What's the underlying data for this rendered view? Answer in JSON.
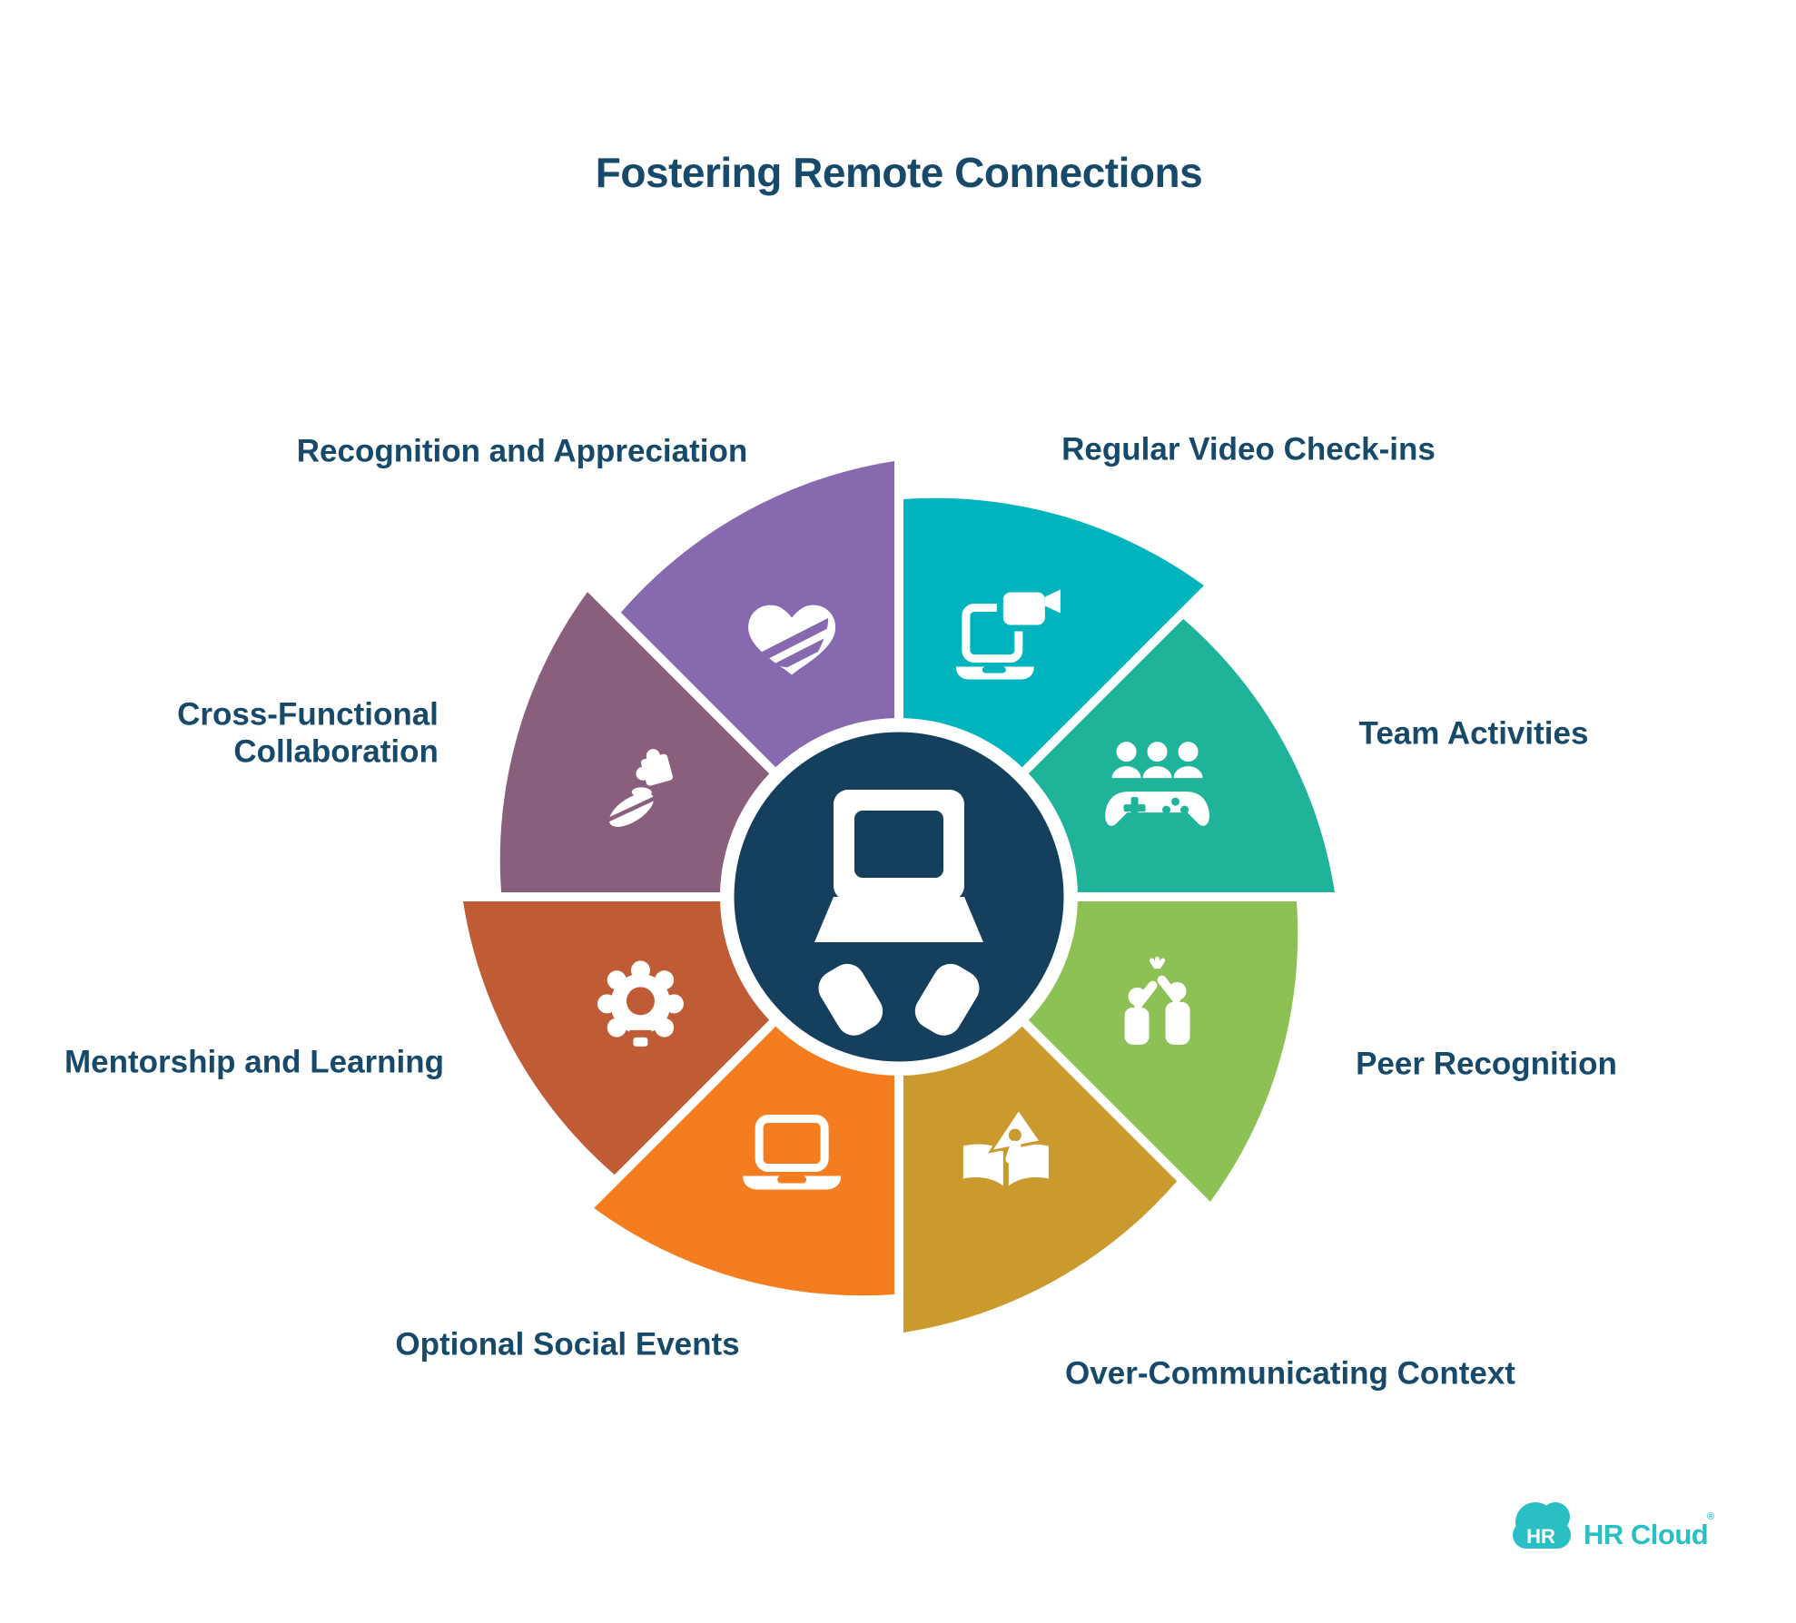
{
  "title": "Fostering Remote Connections",
  "text_color": "#17496B",
  "center": {
    "icon": "laptop-hands",
    "color": "#14405E"
  },
  "segments": [
    {
      "id": "recognition-and-appreciation",
      "label": "Recognition and Appreciation",
      "color": "#8769AF",
      "icon": "layered-heart"
    },
    {
      "id": "regular-video-check-ins",
      "label": "Regular Video Check-ins",
      "color": "#00B4BD",
      "icon": "laptop-video-call"
    },
    {
      "id": "team-activities",
      "label": "Team Activities",
      "color": "#1FB39A",
      "icon": "game-controller-people"
    },
    {
      "id": "peer-recognition",
      "label": "Peer Recognition",
      "color": "#8DC155",
      "icon": "high-five"
    },
    {
      "id": "over-communicating-context",
      "label": "Over-Communicating Context",
      "color": "#CA9A2F",
      "icon": "book-megaphone"
    },
    {
      "id": "optional-social-events",
      "label": "Optional Social Events",
      "color": "#F47D1F",
      "icon": "laptop"
    },
    {
      "id": "mentorship-and-learning",
      "label": "Mentorship and Learning",
      "color": "#BF5C35",
      "icon": "gear-lightbulb"
    },
    {
      "id": "cross-functional-collaboration",
      "label": "Cross-Functional\nCollaboration",
      "color": "#8A5F7D",
      "icon": "hand-puzzle"
    }
  ],
  "logo": {
    "badge_text": "HR",
    "brand_text": "HR Cloud",
    "registered_mark": "®",
    "color": "#2ABFC5"
  }
}
